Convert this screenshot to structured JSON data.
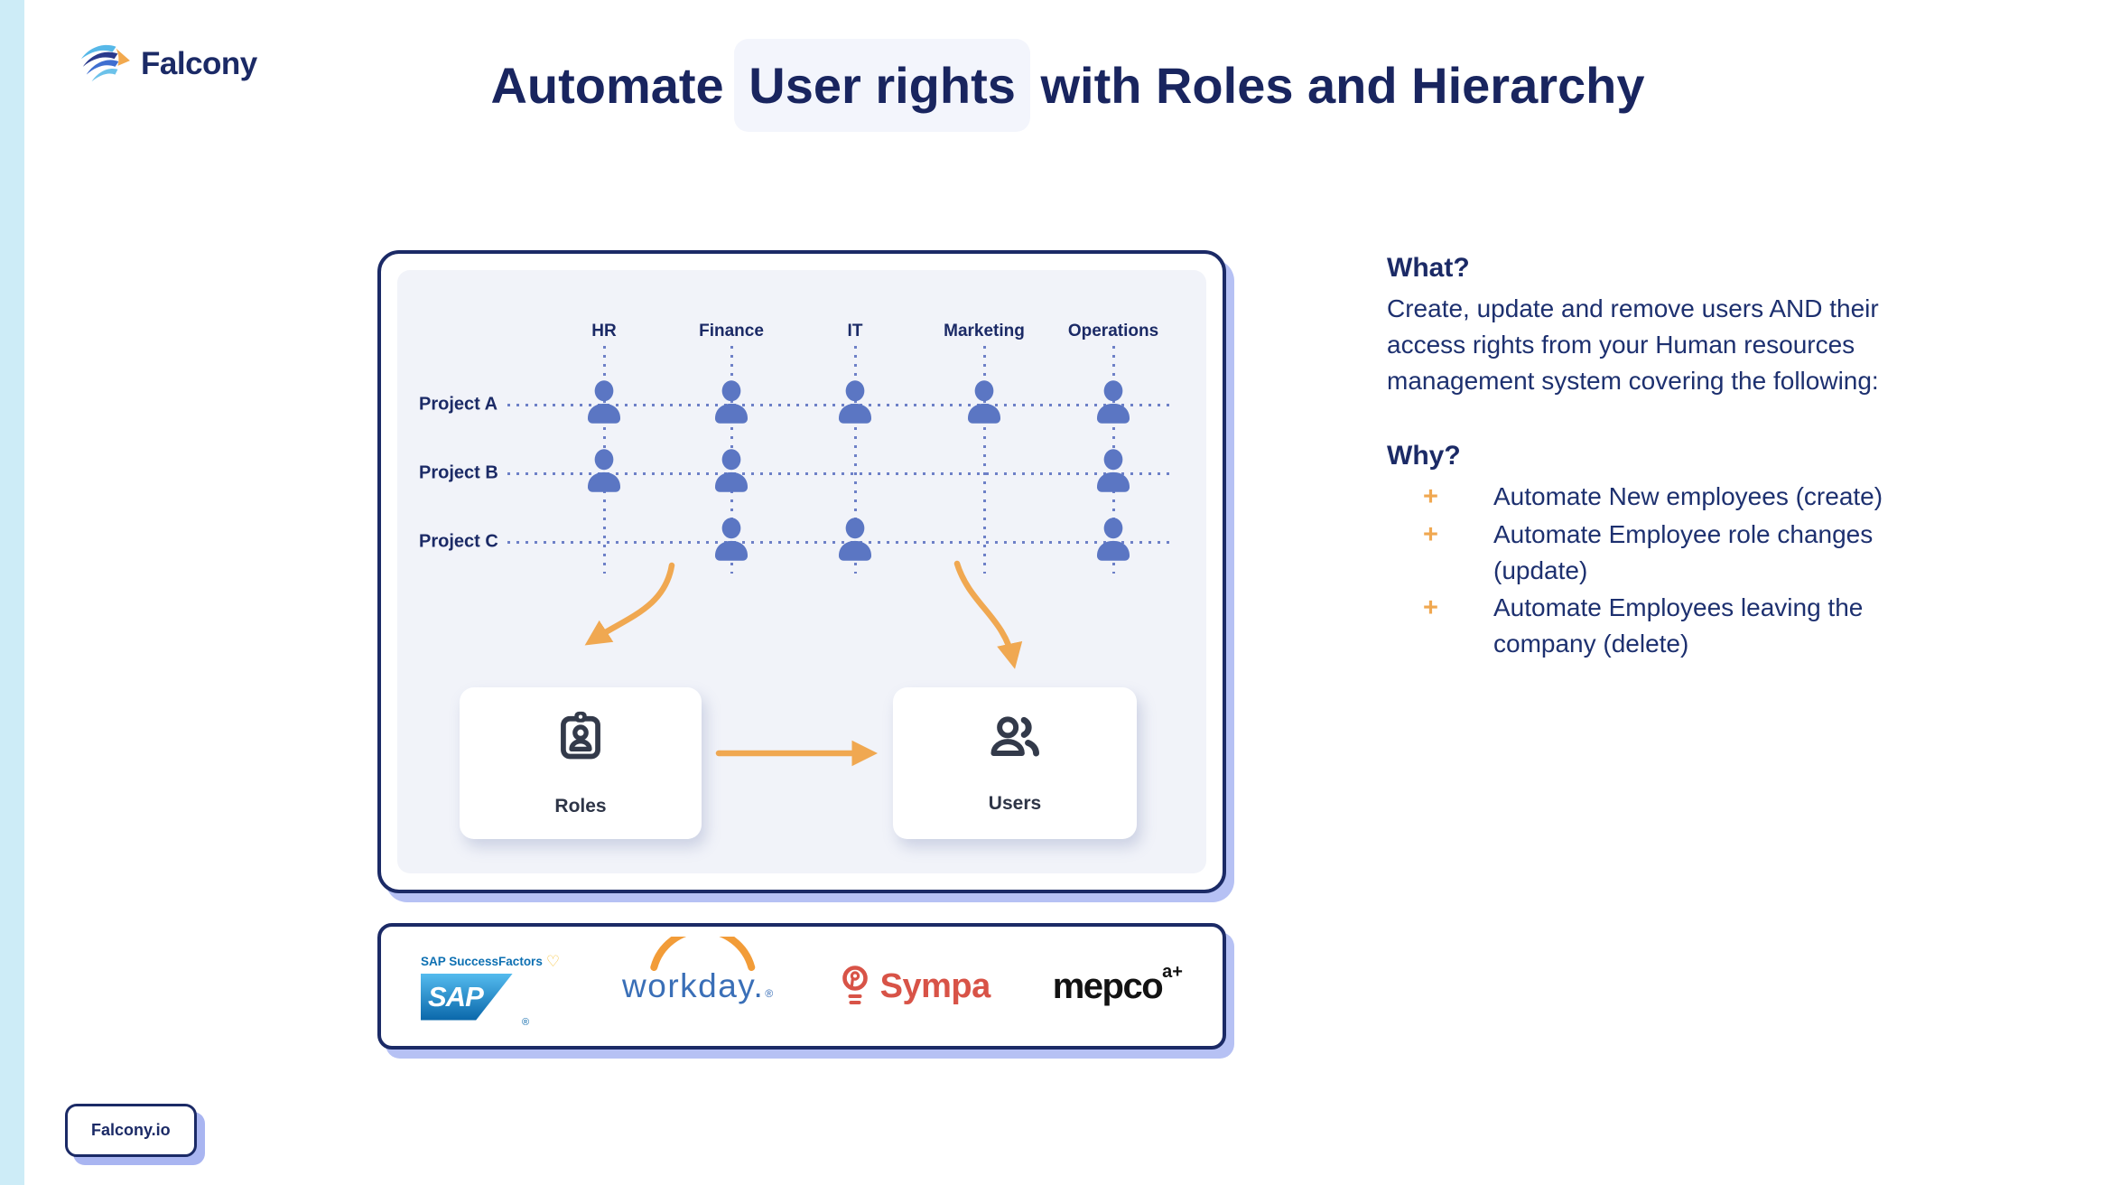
{
  "brand": {
    "name": "Falcony",
    "footer_link": "Falcony.io"
  },
  "title": {
    "pre": "Automate ",
    "highlight": "User rights",
    "post": " with Roles and Hierarchy"
  },
  "diagram": {
    "columns": [
      "HR",
      "Finance",
      "IT",
      "Marketing",
      "Operations"
    ],
    "rows": [
      {
        "label": "Project A",
        "cells": [
          1,
          1,
          1,
          1,
          1
        ]
      },
      {
        "label": "Project B",
        "cells": [
          1,
          1,
          0,
          0,
          1
        ]
      },
      {
        "label": "Project C",
        "cells": [
          0,
          1,
          1,
          0,
          1
        ]
      }
    ],
    "cards": [
      {
        "label": "Roles",
        "icon": "id-badge-icon"
      },
      {
        "label": "Users",
        "icon": "users-icon"
      }
    ]
  },
  "integrations": {
    "sap": {
      "top_text": "SAP SuccessFactors",
      "heart": "♡",
      "logo_text": "SAP",
      "reg": "®"
    },
    "workday": {
      "logo_text": "workday.",
      "reg": "®"
    },
    "sympa": {
      "logo_text": "Sympa"
    },
    "mepco": {
      "logo_text": "mepco",
      "suffix": "a+"
    }
  },
  "what": {
    "heading": "What?",
    "body": "Create, update and remove users AND their access rights from your Human resources management system covering the following:"
  },
  "why": {
    "heading": "Why?",
    "bullet": "+",
    "items": [
      "Automate New employees (create)",
      "Automate Employee role changes (update)",
      "Automate Employees leaving the company (delete)"
    ]
  },
  "colors": {
    "navy": "#1b2a66",
    "periwinkle_shadow": "#b6c1f4",
    "panel_bg": "#f1f3f9",
    "person_blue": "#5b76c3",
    "orange": "#f0a851",
    "icon_charcoal": "#333a4a",
    "cyan_strip": "#cdecf7",
    "highlight_bg": "#f3f5fc",
    "sympa_red": "#d85347",
    "workday_blue": "#3a6fb7",
    "workday_arc": "#f29c38",
    "sap_blue": "#0e70b2",
    "heart_yellow": "#f6c440",
    "mepco_black": "#121212"
  }
}
